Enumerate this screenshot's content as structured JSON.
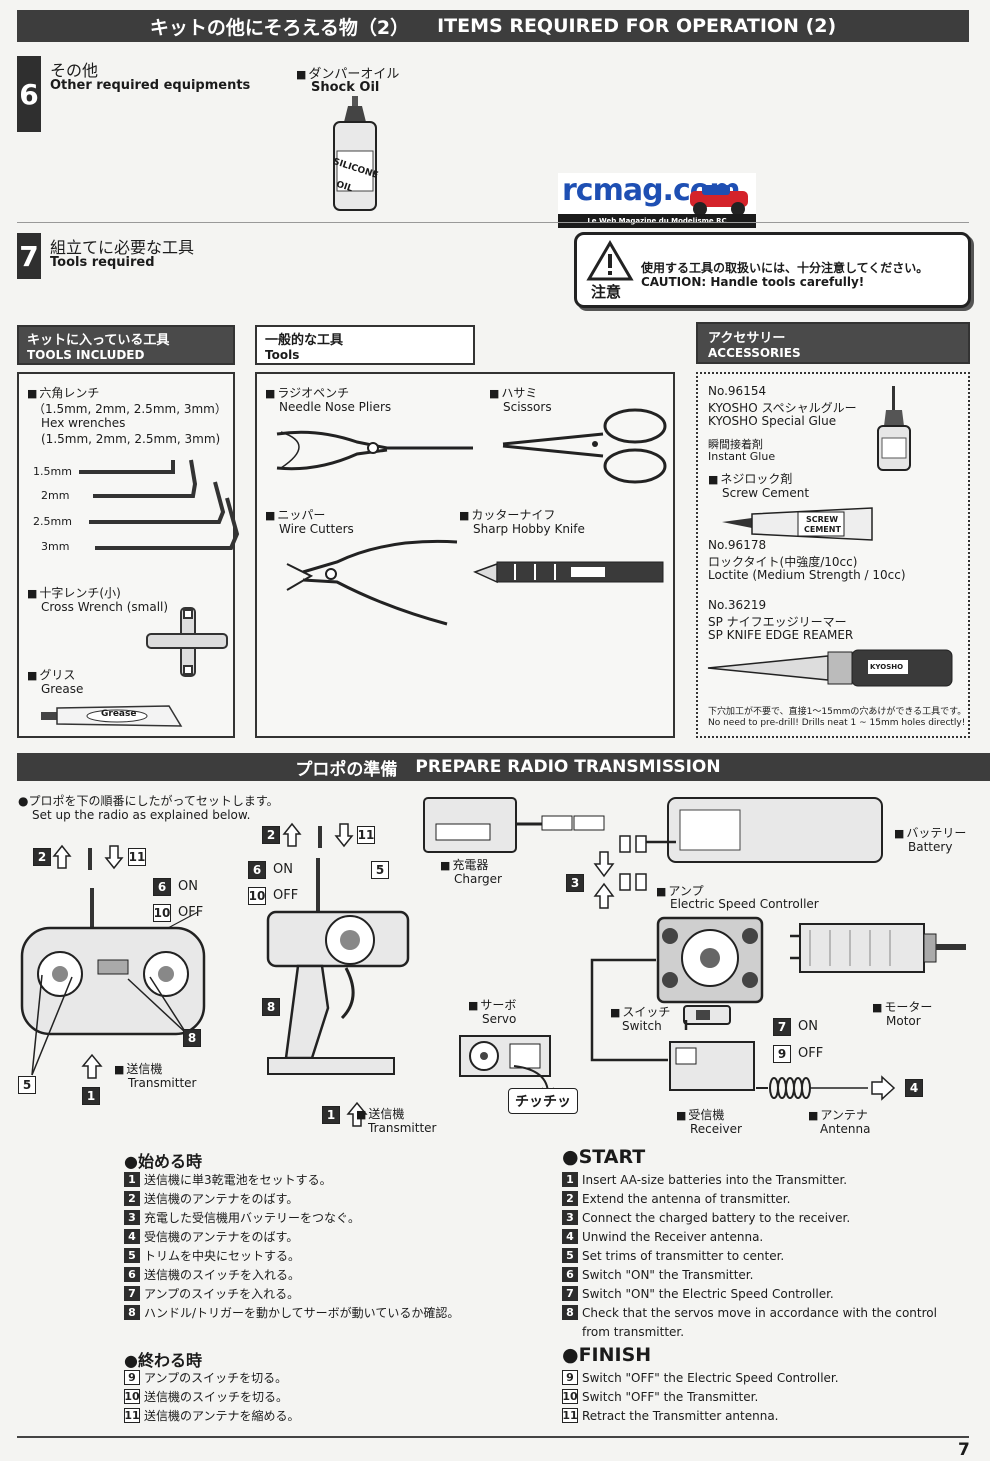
{
  "header": {
    "title_ja": "キットの他にそろえる物（2）",
    "title_en": "ITEMS REQUIRED FOR OPERATION (2)"
  },
  "section6": {
    "number": "6",
    "title_ja": "その他",
    "title_en": "Other required equipments",
    "item_ja": "ダンパーオイル",
    "item_en": "Shock Oil",
    "bottle_label_1": "SILICONE",
    "bottle_label_2": "OIL"
  },
  "logo": {
    "text": "rcmag.com",
    "tagline": "Le Web Magazine du Modelisme RC"
  },
  "section7": {
    "number": "7",
    "title_ja": "組立てに必要な工具",
    "title_en": "Tools required"
  },
  "caution": {
    "label": "注意",
    "text_ja": "使用する工具の取扱いには、十分注意してください。",
    "text_en": "CAUTION: Handle tools carefully!"
  },
  "included": {
    "title_ja": "キットに入っている工具",
    "title_en": "TOOLS INCLUDED",
    "hex_ja": "六角レンチ",
    "hex_sizes_ja": "（1.5mm, 2mm, 2.5mm, 3mm）",
    "hex_en": "Hex wrenches",
    "hex_sizes_en": "(1.5mm, 2mm, 2.5mm, 3mm)",
    "sizes": [
      "1.5mm",
      "2mm",
      "2.5mm",
      "3mm"
    ],
    "cross_ja": "十字レンチ(小)",
    "cross_en": "Cross Wrench (small)",
    "grease_ja": "グリス",
    "grease_en": "Grease",
    "grease_label": "Grease"
  },
  "general": {
    "title_ja": "一般的な工具",
    "title_en": "Tools",
    "pliers_ja": "ラジオペンチ",
    "pliers_en": "Needle Nose Pliers",
    "scissors_ja": "ハサミ",
    "scissors_en": "Scissors",
    "cutters_ja": "ニッパー",
    "cutters_en": "Wire Cutters",
    "knife_ja": "カッターナイフ",
    "knife_en": "Sharp Hobby Knife"
  },
  "accessories": {
    "title_ja": "アクセサリー",
    "title_en": "ACCESSORIES",
    "glue_no": "No.96154",
    "glue_ja": "KYOSHO スペシャルグルー",
    "glue_en": "KYOSHO Special Glue",
    "instant_ja": "瞬間接着剤",
    "instant_en": "Instant Glue",
    "cement_ja": "ネジロック剤",
    "cement_en": "Screw Cement",
    "cement_label_1": "SCREW",
    "cement_label_2": "CEMENT",
    "loctite_no": "No.96178",
    "loctite_ja": "ロックタイト(中強度/10cc)",
    "loctite_en": "Loctite (Medium Strength / 10cc)",
    "reamer_no": "No.36219",
    "reamer_ja": "SP ナイフエッジリーマー",
    "reamer_en": "SP KNIFE EDGE REAMER",
    "reamer_label": "KYOSHO",
    "note_ja": "下穴加工が不要で、直接1～15mmの穴あけができる工具です。",
    "note_en": "No need to pre-drill! Drills neat 1 ~ 15mm holes directly!"
  },
  "radio": {
    "title_ja": "プロポの準備",
    "title_en": "PREPARE RADIO TRANSMISSION",
    "intro_ja": "●プロポを下の順番にしたがってセットします。",
    "intro_en": "Set up the radio as explained below.",
    "on": "ON",
    "off": "OFF",
    "n1": "1",
    "n2": "2",
    "n3": "3",
    "n4": "4",
    "n5": "5",
    "n6": "6",
    "n7": "7",
    "n8": "8",
    "n9": "9",
    "n10": "10",
    "n11": "11",
    "transmitter_ja": "送信機",
    "transmitter_en": "Transmitter",
    "charger_ja": "充電器",
    "charger_en": "Charger",
    "battery_ja": "バッテリー",
    "battery_en": "Battery",
    "esc_ja": "アンプ",
    "esc_en": "Electric Speed Controller",
    "servo_ja": "サーボ",
    "servo_en": "Servo",
    "switch_ja": "スイッチ",
    "switch_en": "Switch",
    "motor_ja": "モーター",
    "motor_en": "Motor",
    "receiver_ja": "受信機",
    "receiver_en": "Receiver",
    "antenna_ja": "アンテナ",
    "antenna_en": "Antenna",
    "click": "チッチッ"
  },
  "start": {
    "title_ja": "●始める時",
    "title_en": "●START",
    "steps_ja": [
      "送信機に単3乾電池をセットする。",
      "送信機のアンテナをのばす。",
      "充電した受信機用バッテリーをつなぐ。",
      "受信機のアンテナをのばす。",
      "トリムを中央にセットする。",
      "送信機のスイッチを入れる。",
      "アンプのスイッチを入れる。",
      "ハンドル/トリガーを動かしてサーボが動いているか確認。"
    ],
    "steps_en": [
      "Insert AA-size batteries into the Transmitter.",
      "Extend the antenna of transmitter.",
      "Connect the charged battery to the receiver.",
      "Unwind the Receiver antenna.",
      "Set trims of transmitter to center.",
      "Switch \"ON\" the Transmitter.",
      "Switch \"ON\" the Electric Speed Controller.",
      "Check that the servos move in accordance with the control"
    ],
    "step8_en_line2": "from transmitter."
  },
  "finish": {
    "title_ja": "●終わる時",
    "title_en": "●FINISH",
    "steps_ja": [
      "アンプのスイッチを切る。",
      "送信機のスイッチを切る。",
      "送信機のアンテナを縮める。"
    ],
    "steps_en": [
      "Switch \"OFF\" the Electric Speed Controller.",
      "Switch \"OFF\" the Transmitter.",
      "Retract the Transmitter antenna."
    ]
  },
  "page_number": "7"
}
